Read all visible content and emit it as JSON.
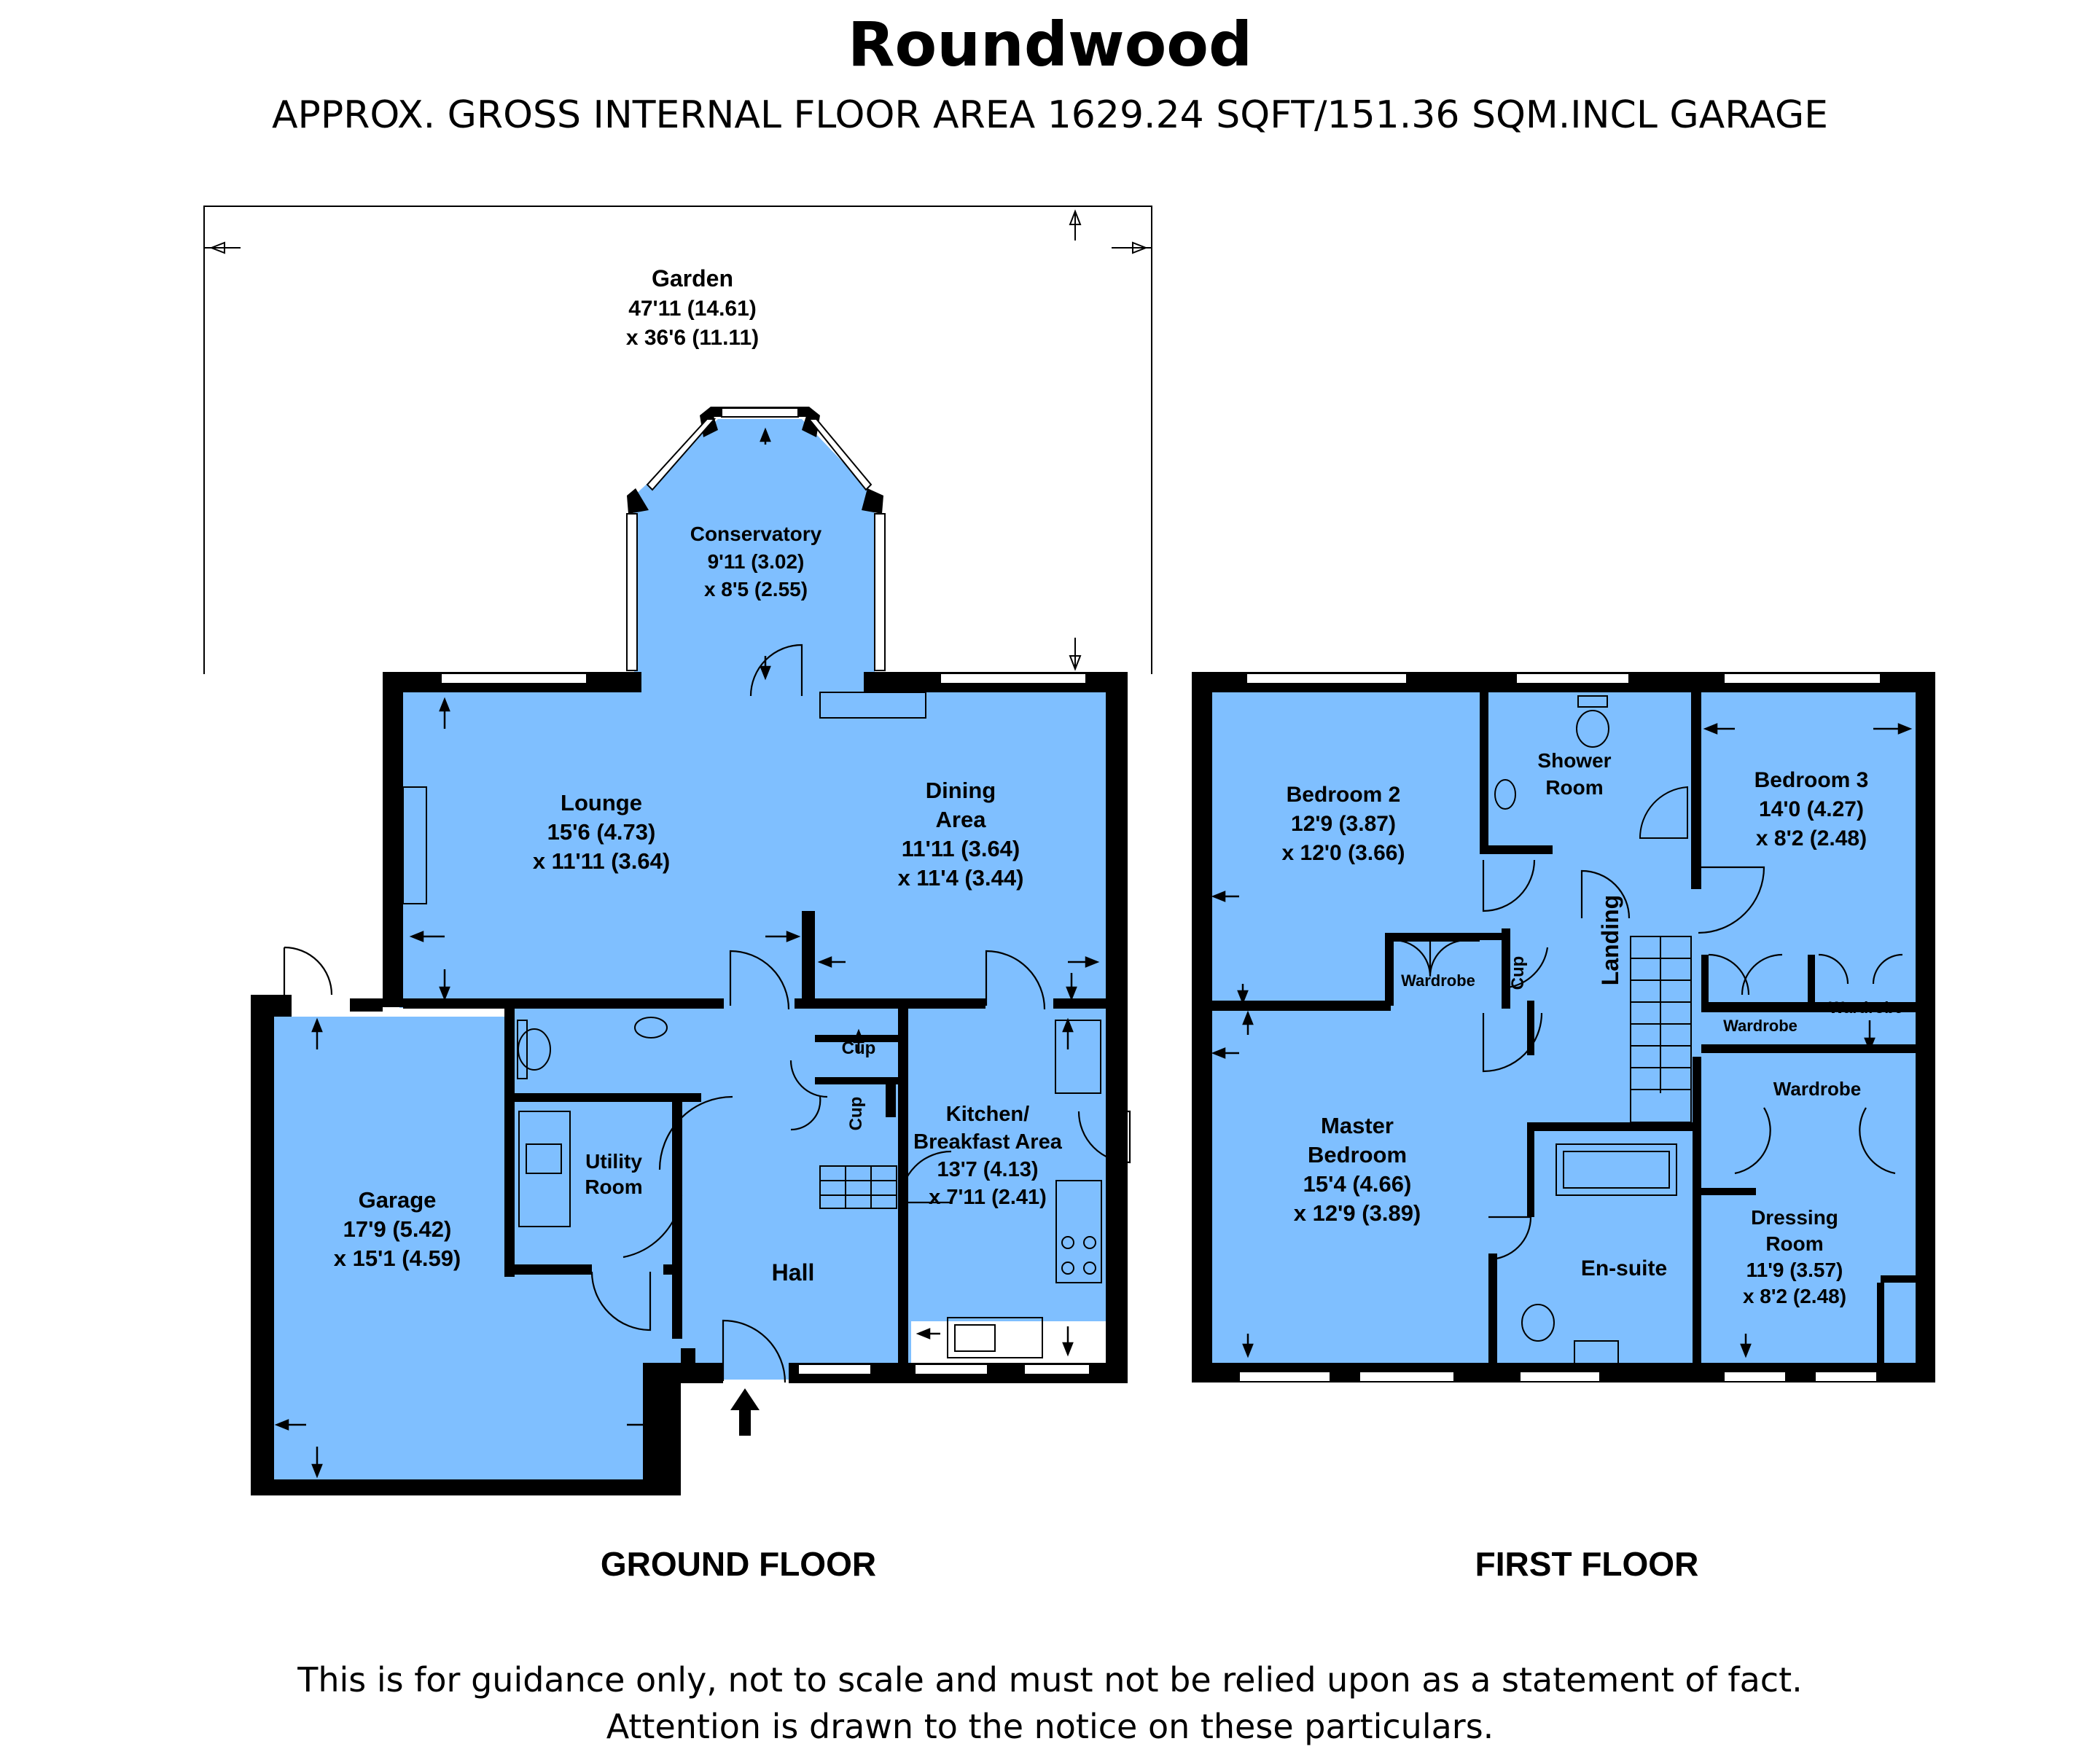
{
  "header": {
    "title": "Roundwood",
    "subtitle": "APPROX. GROSS INTERNAL FLOOR AREA 1629.24 SQFT/151.36 SQM.INCL GARAGE"
  },
  "ground_floor": {
    "label": "GROUND FLOOR",
    "rooms": {
      "garden": {
        "name": "Garden",
        "dim1": "47'11 (14.61)",
        "dim2": "x 36'6 (11.11)"
      },
      "conservatory": {
        "name": "Conservatory",
        "dim1": "9'11 (3.02)",
        "dim2": "x 8'5 (2.55)"
      },
      "lounge": {
        "name": "Lounge",
        "dim1": "15'6 (4.73)",
        "dim2": "x 11'11 (3.64)"
      },
      "dining": {
        "name1": "Dining",
        "name2": "Area",
        "dim1": "11'11 (3.64)",
        "dim2": "x 11'4 (3.44)"
      },
      "kitchen": {
        "name1": "Kitchen/",
        "name2": "Breakfast Area",
        "dim1": "13'7 (4.13)",
        "dim2": "x 7'11 (2.41)"
      },
      "garage": {
        "name": "Garage",
        "dim1": "17'9 (5.42)",
        "dim2": "x 15'1 (4.59)"
      },
      "utility": {
        "name1": "Utility",
        "name2": "Room"
      },
      "hall": {
        "name": "Hall"
      },
      "cup1": {
        "name": "Cup"
      },
      "cup2": {
        "name": "Cup"
      }
    }
  },
  "first_floor": {
    "label": "FIRST FLOOR",
    "rooms": {
      "bedroom2": {
        "name": "Bedroom 2",
        "dim1": "12'9 (3.87)",
        "dim2": "x 12'0 (3.66)"
      },
      "shower": {
        "name1": "Shower",
        "name2": "Room"
      },
      "bedroom3": {
        "name": "Bedroom 3",
        "dim1": "14'0 (4.27)",
        "dim2": "x 8'2 (2.48)"
      },
      "landing": {
        "name": "Landing"
      },
      "cup": {
        "name": "Cup"
      },
      "wardrobe_b2": {
        "name": "Wardrobe"
      },
      "wardrobe_b3a": {
        "name": "Wardrobe"
      },
      "wardrobe_b3b": {
        "name": "Wardrobe"
      },
      "wardrobe_dr": {
        "name": "Wardrobe"
      },
      "master": {
        "name1": "Master",
        "name2": "Bedroom",
        "dim1": "15'4 (4.66)",
        "dim2": "x 12'9 (3.89)"
      },
      "ensuite": {
        "name": "En-suite"
      },
      "dressing": {
        "name1": "Dressing",
        "name2": "Room",
        "dim1": "11'9 (3.57)",
        "dim2": "x 8'2 (2.48)"
      }
    }
  },
  "footer": {
    "line1": "This is for guidance only, not to scale and must not be relied upon as a statement of fact.",
    "line2": "Attention is drawn to the notice on these particulars."
  },
  "colors": {
    "room_fill": "#7fbfff",
    "wall": "#000000",
    "background": "#ffffff"
  }
}
